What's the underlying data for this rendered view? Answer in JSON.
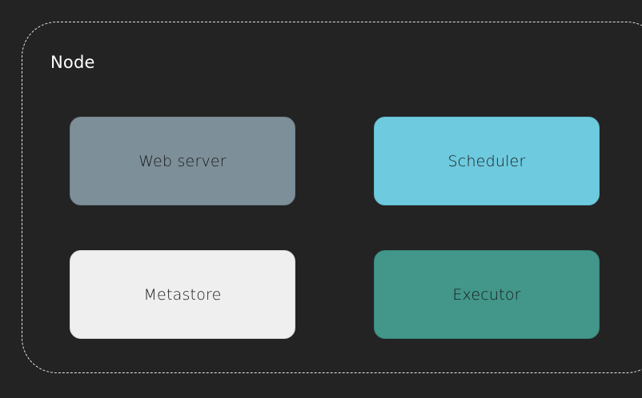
{
  "node": {
    "label": "Node",
    "border_color": "#e6e6e6"
  },
  "components": [
    {
      "label": "Web server",
      "fill": "#7d8f99",
      "border": "#6f7f89"
    },
    {
      "label": "Scheduler",
      "fill": "#6ecadf",
      "border": "#62bacd"
    },
    {
      "label": "Metastore",
      "fill": "#efefef",
      "border": "#dcdcdc"
    },
    {
      "label": "Executor",
      "fill": "#42968a",
      "border": "#3a877c"
    }
  ],
  "colors": {
    "background": "#232323",
    "text_light": "#ffffff",
    "text_dark": "#1b1b1b"
  }
}
